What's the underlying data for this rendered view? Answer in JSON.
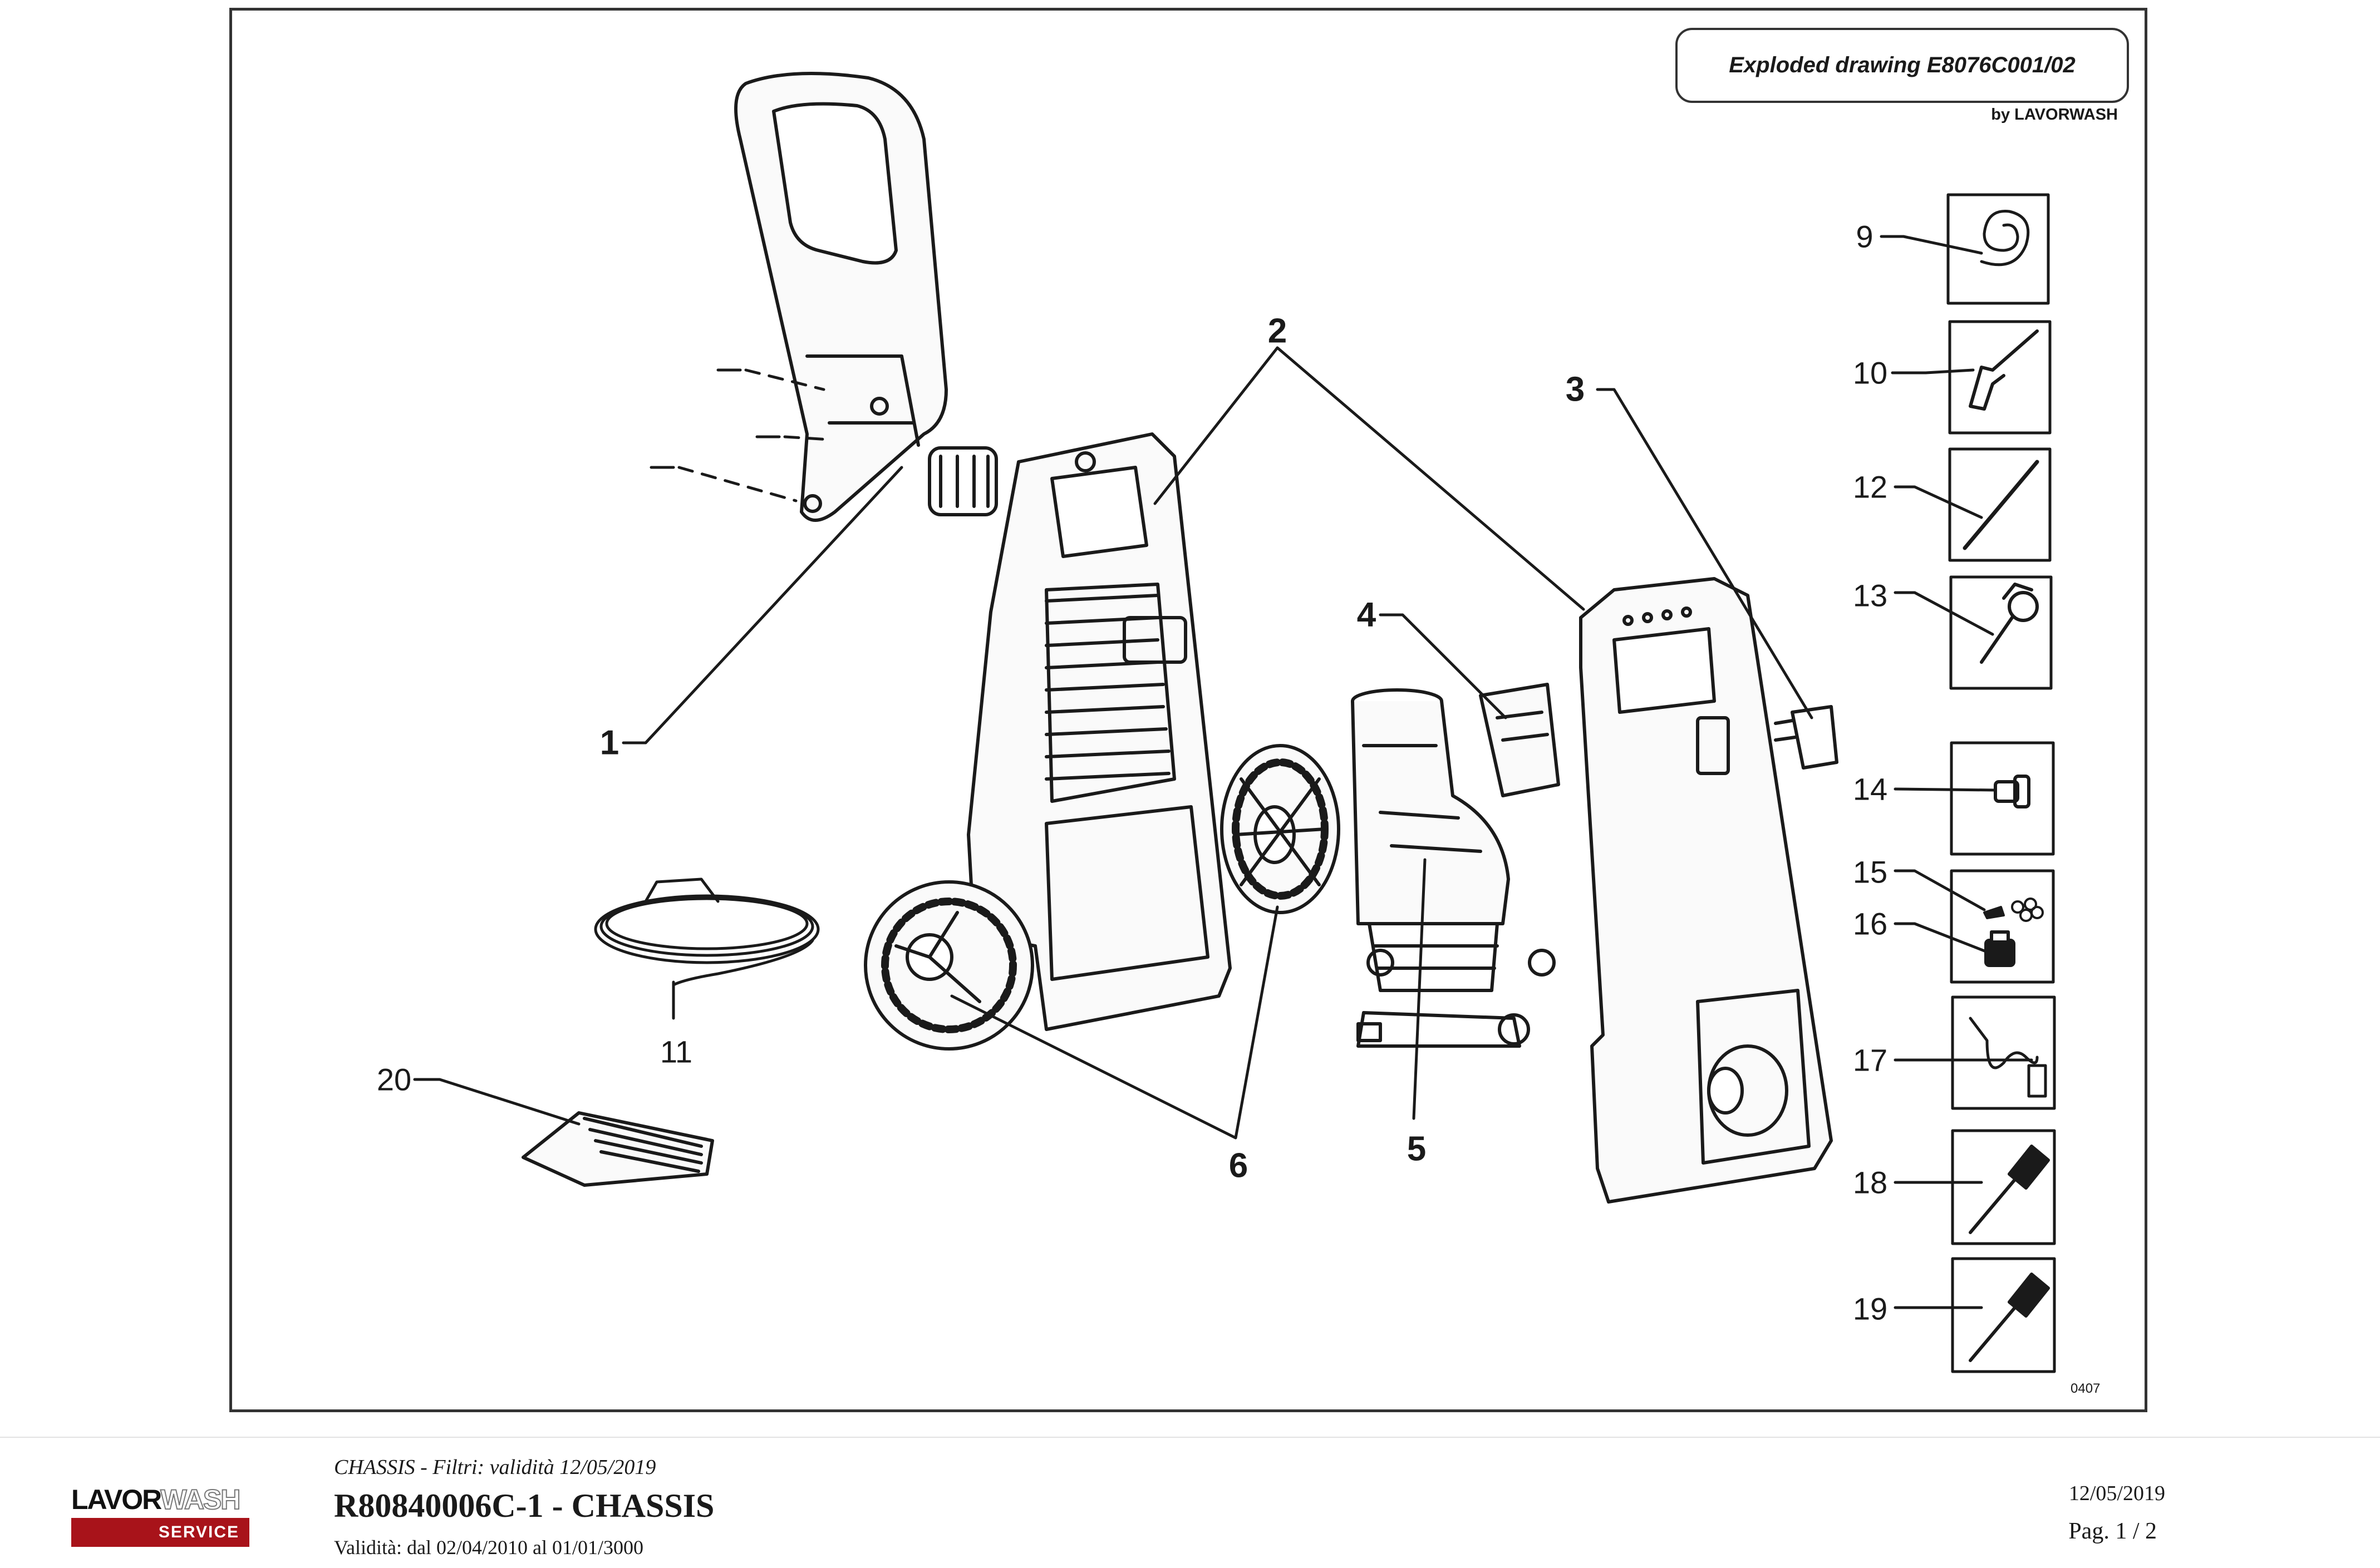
{
  "header": {
    "drawing_title": "Exploded drawing E8076C001/02",
    "byline": "by LAVORWASH",
    "drawing_code": "0407"
  },
  "callouts": {
    "c1": "1",
    "c2": "2",
    "c3": "3",
    "c4": "4",
    "c5": "5",
    "c6": "6",
    "c9": "9",
    "c10": "10",
    "c11": "11",
    "c12": "12",
    "c13": "13",
    "c14": "14",
    "c15": "15",
    "c16": "16",
    "c17": "17",
    "c18": "18",
    "c19": "19",
    "c20": "20"
  },
  "footer": {
    "logo_word_1": "LAVOR",
    "logo_word_2": "WASH",
    "logo_service": "SERVICE",
    "subtitle": "CHASSIS - Filtri: validità 12/05/2019",
    "title": "R80840006C-1 - CHASSIS",
    "validity": "Validità: dal 02/04/2010 al 01/01/3000",
    "date": "12/05/2019",
    "page": "Pag. 1 / 2"
  },
  "icons": {
    "handle": "handle-icon",
    "body_frame": "body-frame-icon",
    "front_cover": "front-cover-icon",
    "switch": "switch-icon",
    "pump": "pump-icon",
    "wheel": "wheel-icon",
    "hose_coil": "hose-coil-icon",
    "spray_gun": "spray-gun-icon",
    "lance": "lance-icon",
    "turbo_lance": "turbo-lance-icon",
    "connector": "connector-icon",
    "nozzle_kit": "nozzle-kit-icon",
    "detergent_bottle": "detergent-bottle-icon",
    "suction_hose": "suction-hose-icon",
    "brush": "brush-icon",
    "power_cable": "power-cable-icon",
    "manual": "manual-icon"
  }
}
